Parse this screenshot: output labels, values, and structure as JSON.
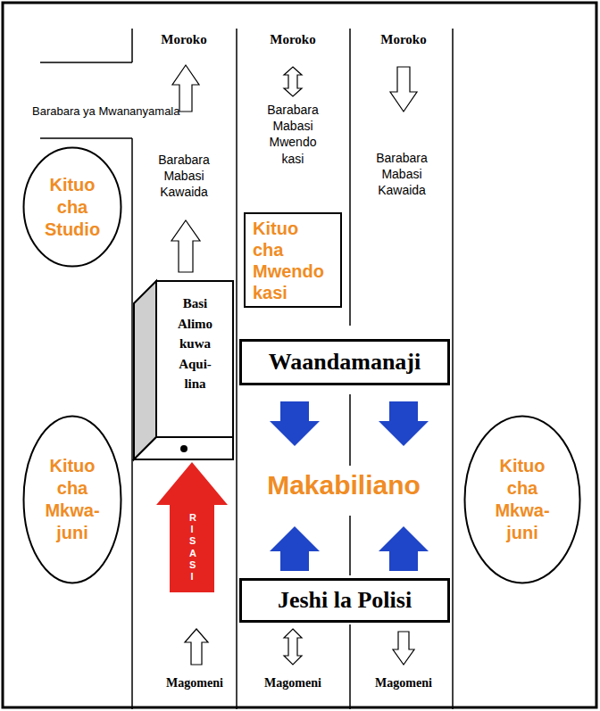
{
  "diagram": {
    "nodes": [
      {
        "text": [
          "Kituo cha Studio"
        ]
      },
      {
        "text": [
          "Kituo cha Mwendo kasi"
        ]
      },
      {
        "text": [
          "Basi Alimo kuwa Aqui- lina"
        ]
      },
      {
        "text": [
          "Waandamanaji"
        ]
      },
      {
        "text": [
          "Kituo cha Mkwa- juni"
        ]
      },
      {
        "text": [
          "Kituo cha Mkwa- juni"
        ]
      },
      {
        "text": [
          "RISASI"
        ]
      },
      {
        "text": [
          "Jeshi la Polisi"
        ]
      }
    ],
    "labels": [
      "Moroko",
      "Moroko",
      "Moroko",
      "Barabara ya Mwananyamala",
      "Barabara Mabasi Kawaida",
      "Barabara Mabasi Mwendo kasi",
      "Barabara Mabasi Kawaida",
      "Makabiliano",
      "Magomeni",
      "Magomeni",
      "Magomeni"
    ]
  }
}
